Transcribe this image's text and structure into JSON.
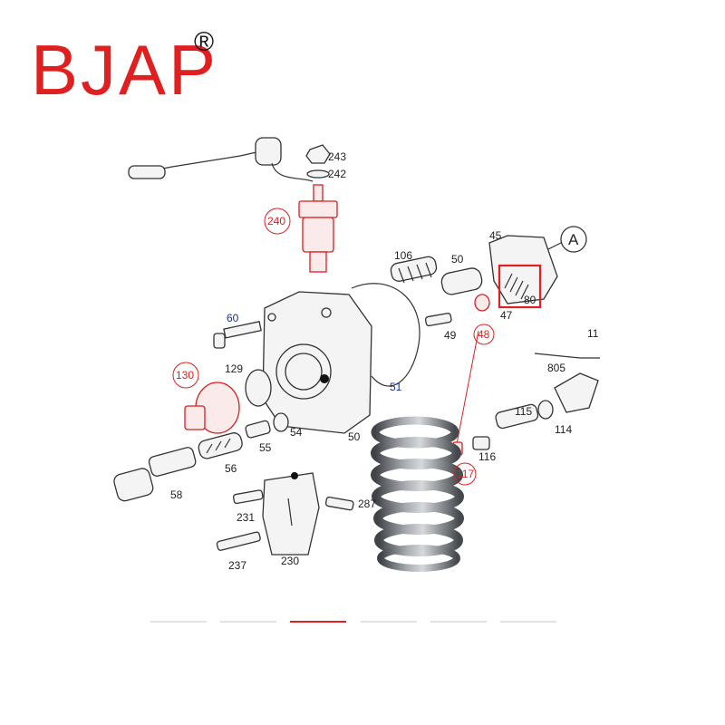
{
  "brand": {
    "name": "BJAP",
    "mark": "®",
    "color": "#e02020"
  },
  "diagram": {
    "callout": "A",
    "labels": {
      "p243": "243",
      "p242": "242",
      "p240": "240",
      "p106": "106",
      "p50a": "50",
      "p45": "45",
      "p80": "80",
      "p47": "47",
      "p49": "49",
      "p48": "48",
      "p60": "60",
      "p129": "129",
      "p130": "130",
      "p51": "51",
      "p54": "54",
      "p55": "55",
      "p50b": "50",
      "p56": "56",
      "p58": "58",
      "p231": "231",
      "p287": "287",
      "p237": "237",
      "p230": "230",
      "p805": "805",
      "p115": "115",
      "p114": "114",
      "p116": "116",
      "p117": "117",
      "p11": "11"
    },
    "highlight_color": "#e02020"
  },
  "pager": {
    "count": 6,
    "active_index": 2
  }
}
